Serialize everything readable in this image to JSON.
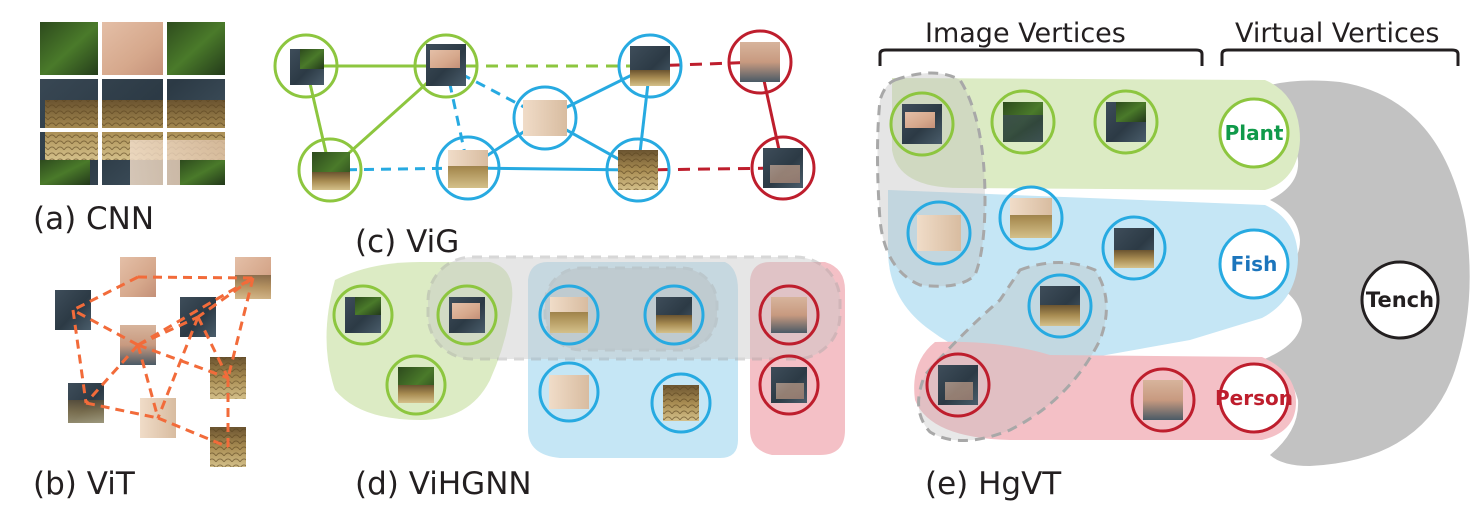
{
  "captions": {
    "cnn": "(a) CNN",
    "vit": "(b) ViT",
    "vig": "(c) ViG",
    "vihgnn": "(d) ViHGNN",
    "hgvt": "(e) HgVT"
  },
  "hgvt": {
    "image_vertices_header": "Image Vertices",
    "virtual_vertices_header": "Virtual Vertices",
    "virtual_vertices": [
      {
        "label": "Plant",
        "color": "#8dc63f",
        "text_color": "#109a4a"
      },
      {
        "label": "Fish",
        "color": "#27aae1",
        "text_color": "#1c75bc"
      },
      {
        "label": "Person",
        "color": "#be1e2d",
        "text_color": "#be1e2d"
      }
    ],
    "root_vertex": "Tench"
  },
  "colors": {
    "plant": "#8dc63f",
    "fish": "#27aae1",
    "person": "#be1e2d",
    "vit_edge": "#f26b3a",
    "plant_fill": "#dcebc4",
    "fish_fill": "#c5e6f5",
    "person_fill": "#f4c0c6",
    "gray_fill": "#c8c8c8"
  }
}
